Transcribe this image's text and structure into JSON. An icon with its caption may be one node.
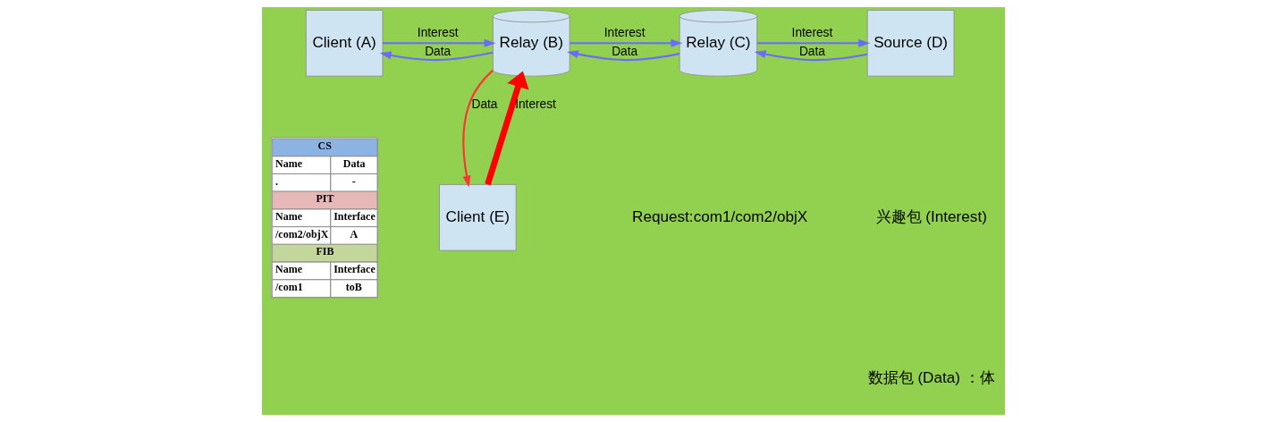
{
  "diagram": {
    "nodes": [
      {
        "text": [
          "Client (A)"
        ]
      },
      {
        "text": [
          "Relay (B)"
        ]
      },
      {
        "text": [
          "Relay (C)"
        ]
      },
      {
        "text": [
          "Source (D)"
        ]
      },
      {
        "text": [
          "Client (E)"
        ]
      }
    ],
    "edges": [
      {
        "from": 0,
        "to": 1,
        "arrow": "to",
        "label": "Interest"
      },
      {
        "from": 1,
        "to": 0,
        "arrow": "to",
        "label": "Data"
      },
      {
        "from": 1,
        "to": 2,
        "arrow": "to",
        "label": "Interest"
      },
      {
        "from": 2,
        "to": 1,
        "arrow": "to",
        "label": "Data"
      },
      {
        "from": 2,
        "to": 3,
        "arrow": "to",
        "label": "Interest"
      },
      {
        "from": 3,
        "to": 2,
        "arrow": "to",
        "label": "Data"
      },
      {
        "from": 4,
        "to": 1,
        "arrow": "to",
        "label": "Interest",
        "style": "thick",
        "color": "#ff0000"
      },
      {
        "from": 1,
        "to": 4,
        "arrow": "to",
        "label": "Data",
        "color": "#ff3333"
      }
    ],
    "labels": [
      "CS",
      "Name",
      "Data",
      ".",
      "-",
      "PIT",
      "Name",
      "Interface",
      "/com2/objX",
      "A",
      "FIB",
      "Name",
      "Interface",
      "/com1",
      "toB",
      "Request:com1/com2/objX",
      "兴趣包 (Interest)",
      "数据包 (Data) ：体"
    ]
  }
}
